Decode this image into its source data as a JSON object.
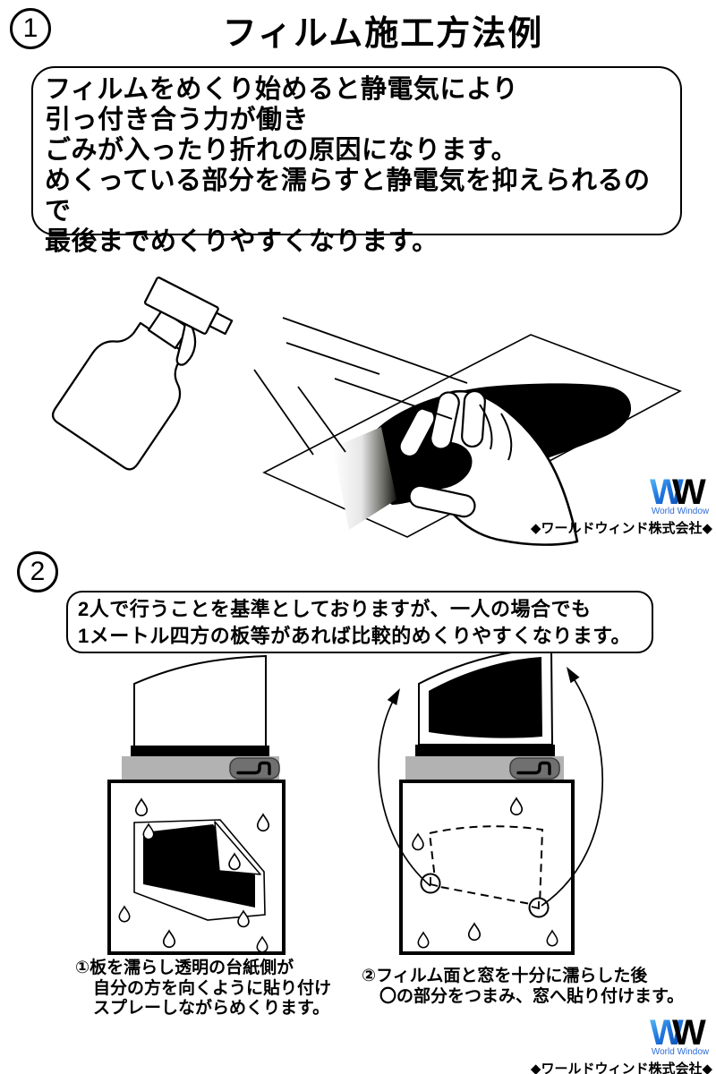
{
  "header": {
    "step": "1",
    "title": "フィルム施工方法例"
  },
  "section1": {
    "note_lines": [
      "フィルムをめくり始めると静電気により",
      "引っ付き合う力が働き",
      "ごみが入ったり折れの原因になります。",
      "めくっている部分を濡らすと静電気を抑えられるので",
      "最後までめくりやすくなります。"
    ]
  },
  "section2": {
    "step": "2",
    "note_lines": [
      "2人で行うことを基準としておりますが、一人の場合でも",
      "1メートル四方の板等があれば比較的めくりやすくなります。"
    ],
    "caption_left_lines": [
      "①板を濡らし透明の台紙側が",
      "自分の方を向くように貼り付け",
      "スプレーしながらめくります。"
    ],
    "caption_right_lines": [
      "②フィルム面と窓を十分に濡らした後",
      "〇の部分をつまみ、窓へ貼り付けます。"
    ]
  },
  "logo": {
    "mark_front": "W",
    "mark_back": "W",
    "subtitle": "World Window",
    "company": "◆ワールドウィンド株式会社◆"
  },
  "colors": {
    "panel_gray": "#b2b2b2",
    "handle_gray": "#707070",
    "logo_blue": "#2e6bd8",
    "logo_cyan": "#63cdf6",
    "film_black": "#000000"
  }
}
